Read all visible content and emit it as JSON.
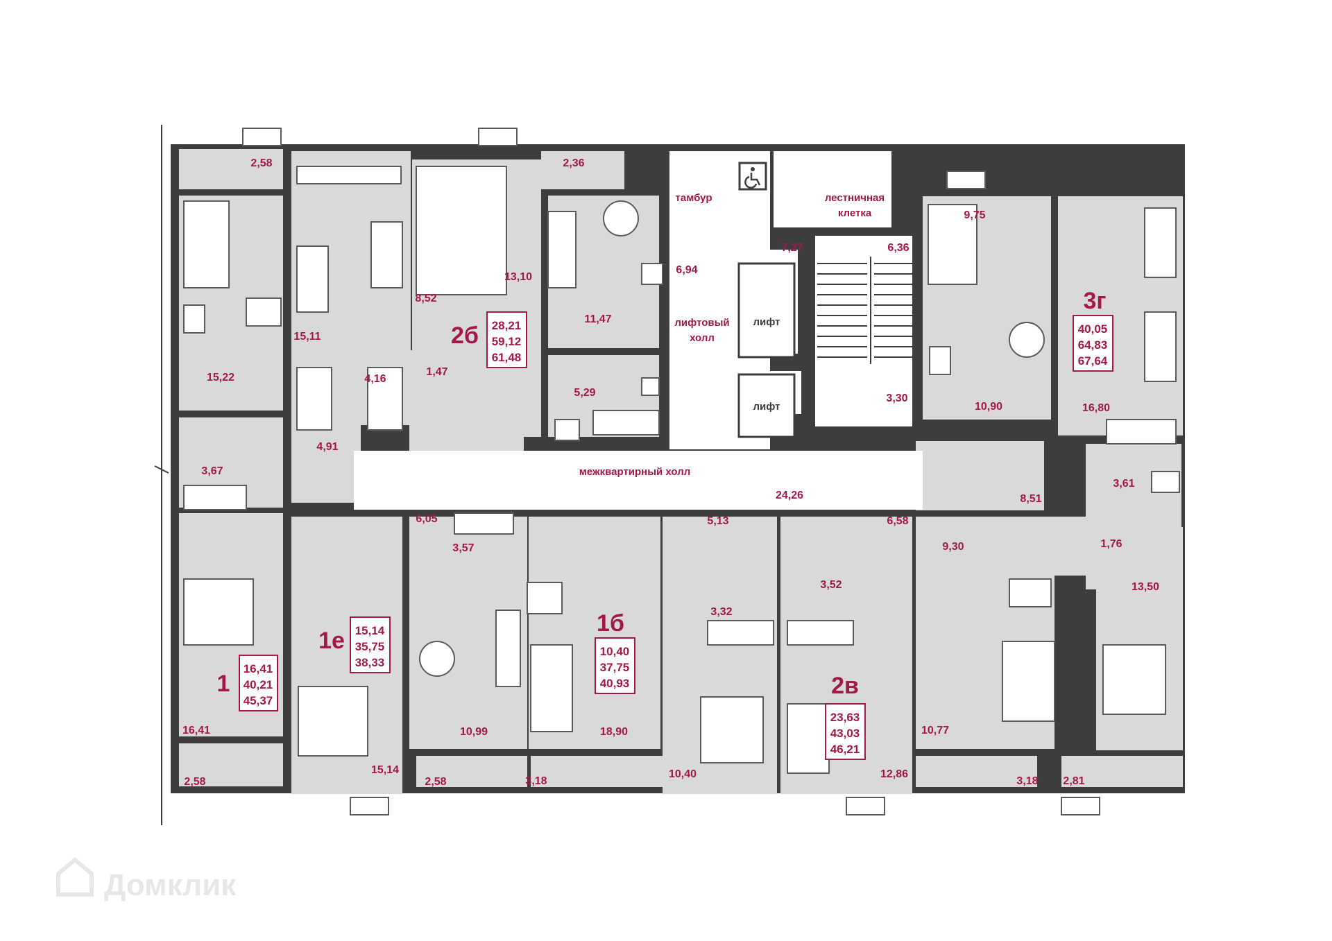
{
  "plan": {
    "watermark": "Домклик",
    "apartments": [
      {
        "id": "apt-2b",
        "label": "2б",
        "areas": [
          "28,21",
          "59,12",
          "61,48"
        ]
      },
      {
        "id": "apt-3g",
        "label": "3г",
        "areas": [
          "40,05",
          "64,83",
          "67,64"
        ]
      },
      {
        "id": "apt-1",
        "label": "1",
        "areas": [
          "16,41",
          "40,21",
          "45,37"
        ]
      },
      {
        "id": "apt-1e",
        "label": "1е",
        "areas": [
          "15,14",
          "35,75",
          "38,33"
        ]
      },
      {
        "id": "apt-1b",
        "label": "1б",
        "areas": [
          "10,40",
          "37,75",
          "40,93"
        ]
      },
      {
        "id": "apt-2v",
        "label": "2в",
        "areas": [
          "23,63",
          "43,03",
          "46,21"
        ]
      }
    ],
    "common_labels": {
      "tambur": "тамбур",
      "stair": "лестничная клетка",
      "stair_line1": "лестничная",
      "stair_line2": "клетка",
      "lift_hall_line1": "лифтовый",
      "lift_hall_line2": "холл",
      "lift1": "лифт",
      "lift2": "лифт",
      "corridor": "межквартирный холл"
    },
    "room_areas": [
      "2,58",
      "2,36",
      "13,10",
      "8,52",
      "11,47",
      "15,11",
      "4,16",
      "1,47",
      "15,22",
      "5,29",
      "6,94",
      "7,27",
      "6,36",
      "3,30",
      "9,75",
      "10,90",
      "16,80",
      "3,61",
      "4,91",
      "3,67",
      "6,05",
      "3,57",
      "24,26",
      "5,13",
      "6,58",
      "8,51",
      "9,30",
      "1,76",
      "13,50",
      "3,32",
      "3,52",
      "16,41",
      "2,58",
      "15,14",
      "2,58",
      "10,99",
      "3,18",
      "18,90",
      "10,40",
      "12,86",
      "10,77",
      "3,18",
      "2,81"
    ]
  }
}
